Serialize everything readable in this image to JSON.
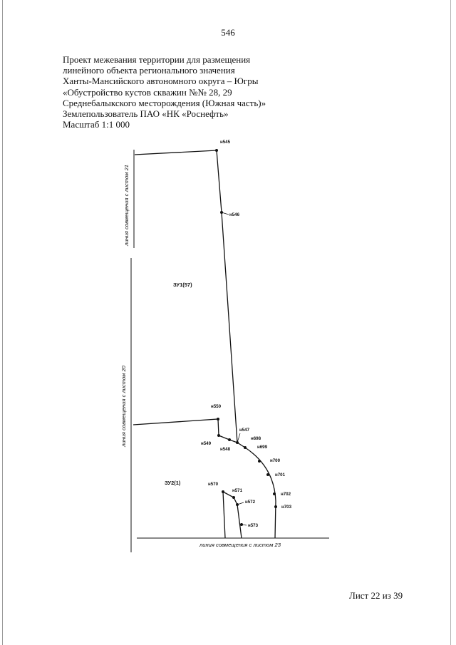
{
  "page_number": "546",
  "title_lines": [
    "Проект межевания территории для размещения",
    "линейного объекта регионального значения",
    "Ханты-Мансийского автономного округа – Югры",
    "«Обустройство кустов скважин №№ 28, 29",
    "Среднебалыкского месторождения (Южная часть)»",
    "Землепользователь ПАО «НК «Роснефть»",
    "Масштаб 1:1 000"
  ],
  "drawing": {
    "zones": [
      "ЗУ1(57)",
      "ЗУ2(1)"
    ],
    "points": [
      "н545",
      "н546",
      "н550",
      "н547",
      "н698",
      "н549",
      "н548",
      "н699",
      "н700",
      "н701",
      "н570",
      "н571",
      "н572",
      "н702",
      "н703",
      "н573"
    ],
    "side_labels": [
      "линия совмещения с листом 21",
      "линия совмещения с листом 20",
      "линия совмещения с листом 23"
    ]
  },
  "sheet_info": "Лист 22 из 39"
}
